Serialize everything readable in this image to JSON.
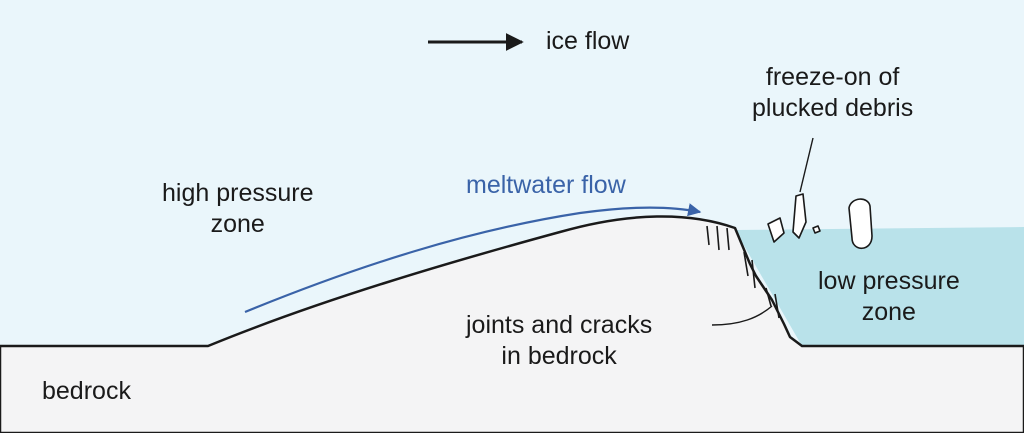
{
  "labels": {
    "ice_flow": "ice flow",
    "freeze_on": [
      "freeze-on of",
      "plucked debris"
    ],
    "meltwater_flow": "meltwater flow",
    "high_pressure": [
      "high pressure",
      "zone"
    ],
    "low_pressure": [
      "low pressure",
      "zone"
    ],
    "joints": [
      "joints and cracks",
      "in bedrock"
    ],
    "bedrock": "bedrock"
  },
  "colors": {
    "ice": "#eaf6fb",
    "water_cavity": "#b9e2ea",
    "bedrock": "#f4f4f5",
    "outline": "#1a1a1a",
    "meltwater": "#3a63a8"
  }
}
